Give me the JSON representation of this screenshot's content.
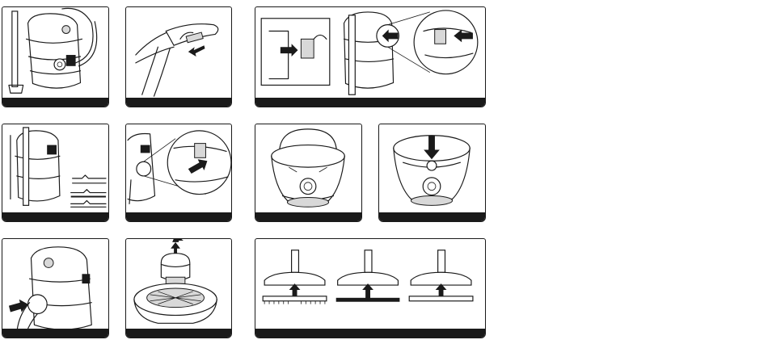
{
  "document": {
    "panels": [
      {
        "id": "p1",
        "content": "vacuum-with-hose-and-tube"
      },
      {
        "id": "p2",
        "content": "hand-adjusting-hose-handle"
      },
      {
        "id": "p3",
        "content": "filter-insert-and-hose-connection"
      },
      {
        "id": "p4",
        "content": "vacuum-with-accessory-nozzles"
      },
      {
        "id": "p5",
        "content": "rear-port-detail"
      },
      {
        "id": "p6",
        "content": "empty-container-with-handle"
      },
      {
        "id": "p7",
        "content": "container-filter-press-down"
      },
      {
        "id": "p8",
        "content": "hose-inserted-into-inlet"
      },
      {
        "id": "p9",
        "content": "filter-lifted-from-motor-head"
      },
      {
        "id": "p10",
        "content": "floor-nozzle-attachment-options"
      }
    ]
  }
}
